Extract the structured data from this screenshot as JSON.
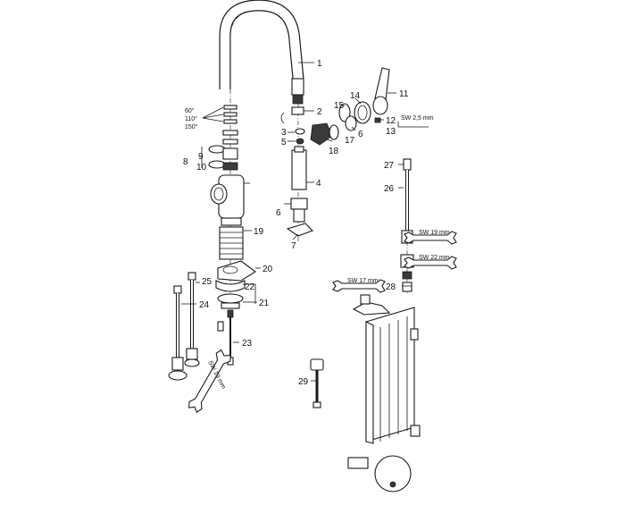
{
  "diagram": {
    "callouts": [
      {
        "id": "c1",
        "text": "1"
      },
      {
        "id": "c2",
        "text": "2"
      },
      {
        "id": "c3",
        "text": "3"
      },
      {
        "id": "c4",
        "text": "4"
      },
      {
        "id": "c5",
        "text": "5"
      },
      {
        "id": "c6a",
        "text": "6"
      },
      {
        "id": "c6b",
        "text": "6"
      },
      {
        "id": "c7",
        "text": "7"
      },
      {
        "id": "c8",
        "text": "8"
      },
      {
        "id": "c9",
        "text": "9"
      },
      {
        "id": "c10",
        "text": "10"
      },
      {
        "id": "c11",
        "text": "11"
      },
      {
        "id": "c12",
        "text": "12"
      },
      {
        "id": "c13",
        "text": "13"
      },
      {
        "id": "c14",
        "text": "14"
      },
      {
        "id": "c15",
        "text": "15"
      },
      {
        "id": "c17",
        "text": "17"
      },
      {
        "id": "c18",
        "text": "18"
      },
      {
        "id": "c19",
        "text": "19"
      },
      {
        "id": "c20",
        "text": "20"
      },
      {
        "id": "c21",
        "text": "21"
      },
      {
        "id": "c22",
        "text": "22"
      },
      {
        "id": "c23",
        "text": "23"
      },
      {
        "id": "c24",
        "text": "24"
      },
      {
        "id": "c25",
        "text": "25"
      },
      {
        "id": "c26",
        "text": "26"
      },
      {
        "id": "c27",
        "text": "27"
      },
      {
        "id": "c28",
        "text": "28"
      },
      {
        "id": "c29",
        "text": "29"
      }
    ],
    "angles": [
      "60°",
      "110°",
      "150°"
    ],
    "wrench_sizes": {
      "sw25": "SW 2,5 mm",
      "sw19a": "SW 19 mm",
      "sw22": "SW 22 mm",
      "sw17": "SW 17 mm",
      "sw19b": "SW 19 mm"
    }
  }
}
